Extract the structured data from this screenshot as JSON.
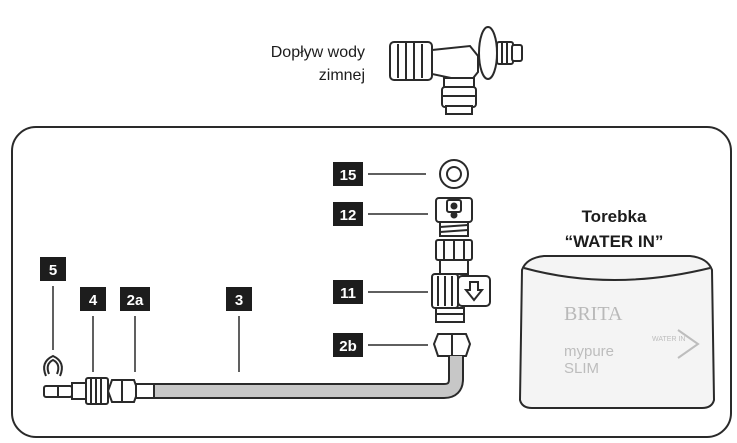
{
  "supply_label_line1": "Dopływ wody",
  "supply_label_line2": "zimnej",
  "bag_label_line1": "Torebka",
  "bag_label_line2": "“WATER IN”",
  "badges": {
    "b15": "15",
    "b12": "12",
    "b11": "11",
    "b2b": "2b",
    "b5": "5",
    "b4": "4",
    "b2a": "2a",
    "b3": "3"
  },
  "bag_brand": "BRITA",
  "bag_product_line1": "mypure",
  "bag_product_line2": "SLIM",
  "bag_tag": "WATER IN",
  "colors": {
    "badge": "#1d1d1d",
    "line": "#2a2a2a",
    "hose": "#c7c7c7",
    "bag_fill": "#f4f4f4"
  }
}
